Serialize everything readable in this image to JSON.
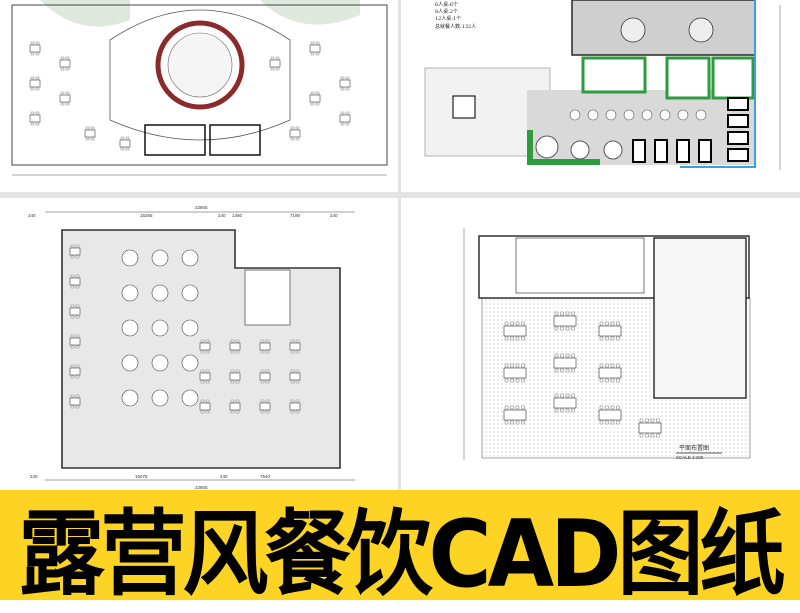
{
  "banner": {
    "title": "露营风餐饮CAD图纸",
    "background": "#fdd424",
    "text_color": "#000000"
  },
  "plan_top_right": {
    "table_notes": [
      "6人桌:6个",
      "8人桌:2个",
      "12人桌:1个"
    ],
    "total_label": "总就餐人数:132人",
    "accent_green": "#2e9b3e",
    "accent_blue": "#3aa0e0"
  },
  "plan_bottom_left": {
    "top_dims": {
      "total": "22805",
      "a": "240",
      "b": "15265",
      "c": "240",
      "d": "1480",
      "e": "7190",
      "f": "240"
    },
    "bottom_dims": {
      "total": "22805",
      "a": "240",
      "b": "15075",
      "c": "240",
      "d": "7540"
    }
  },
  "plan_bottom_right": {
    "title": "平面布置图",
    "scale": "SCALE 1:100"
  }
}
